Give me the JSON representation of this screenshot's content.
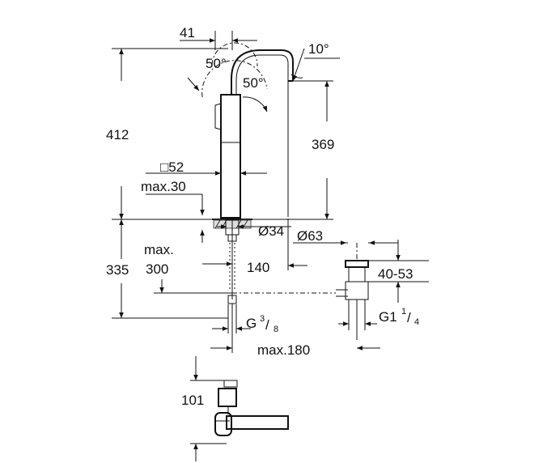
{
  "dimensions": {
    "d41": "41",
    "d10deg": "10°",
    "d50deg_top": "50°",
    "d50deg_right": "50°",
    "d412": "412",
    "d369": "369",
    "square52": "□52",
    "max30": "max.30",
    "dia34": "Ø34",
    "dia63": "Ø63",
    "max_word": "max.",
    "d300": "300",
    "d335": "335",
    "d140": "140",
    "d40_53": "40-53",
    "g_prefix": "G",
    "g_sup": "3",
    "g_sub": "8",
    "g1_prefix": "G1",
    "g1_sup": "1",
    "g1_sub": "4",
    "max180": "max.180",
    "d101": "101"
  },
  "colors": {
    "line": "#111111",
    "background": "#ffffff"
  }
}
